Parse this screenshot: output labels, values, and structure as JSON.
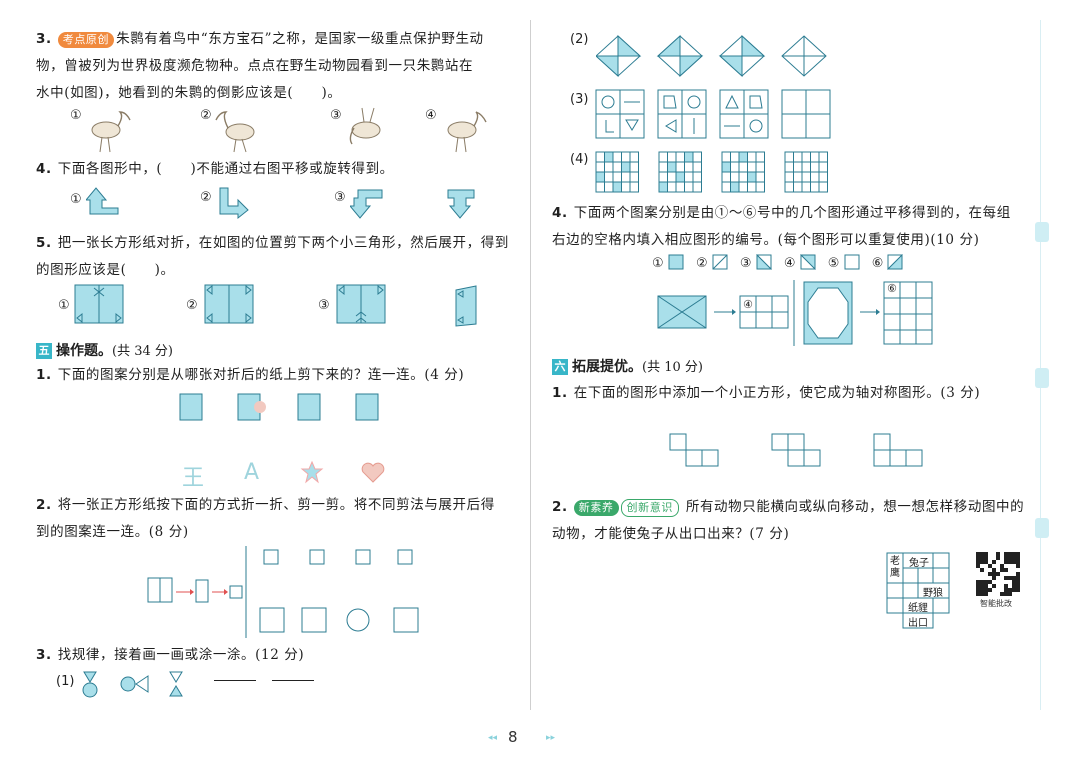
{
  "page_number": "8",
  "left": {
    "q3": {
      "num": "3.",
      "badge": "考点原创",
      "line1": "朱鹮有着鸟中“东方宝石”之称，是国家一级重点保护野生动",
      "line2": "物，曾被列为世界极度濒危物种。点点在野生动物园看到一只朱鹮站在",
      "line3": "水中(如图)，她看到的朱鹮的倒影应该是(　　)。",
      "options": [
        "①",
        "②",
        "③",
        "④"
      ]
    },
    "q4": {
      "num": "4.",
      "text": "下面各图形中，(　　)不能通过右图平移或旋转得到。",
      "options": [
        "①",
        "②",
        "③"
      ]
    },
    "q5": {
      "num": "5.",
      "line1": "把一张长方形纸对折，在如图的位置剪下两个小三角形，然后展开，得到",
      "line2": "的图形应该是(　　)。",
      "options": [
        "①",
        "②",
        "③"
      ]
    },
    "section5": {
      "icon": "五",
      "title": "操作题。",
      "points": "(共 34 分)"
    },
    "s5q1": {
      "num": "1.",
      "text": "下面的图案分别是从哪张对折后的纸上剪下来的？连一连。(4 分)",
      "letters": [
        "王",
        "A"
      ]
    },
    "s5q2": {
      "num": "2.",
      "line1": "将一张正方形纸按下面的方式折一折、剪一剪。将不同剪法与展开后得",
      "line2": "到的图案连一连。(8 分)"
    },
    "s5q3": {
      "num": "3.",
      "text": "找规律，接着画一画或涂一涂。(12 分)",
      "label1": "(1)"
    }
  },
  "right": {
    "labels": [
      "(2)",
      "(3)",
      "(4)"
    ],
    "q4": {
      "num": "4.",
      "line1": "下面两个图案分别是由①～⑥号中的几个图形通过平移得到的，在每组",
      "line2": "右边的空格内填入相应图形的编号。(每个图形可以重复使用)(10 分)",
      "shape_labels": [
        "①",
        "②",
        "③",
        "④",
        "⑤",
        "⑥"
      ],
      "grid1_hint": "④",
      "grid2_hint": "⑥"
    },
    "section6": {
      "icon": "六",
      "title": "拓展提优。",
      "points": "(共 10 分)"
    },
    "s6q1": {
      "num": "1.",
      "text": "在下面的图形中添加一个小正方形，使它成为轴对称图形。(3 分)"
    },
    "s6q2": {
      "num": "2.",
      "badge1": "新素养",
      "badge2": "创新意识",
      "line1": "所有动物只能横向或纵向移动，想一想怎样移动图中的",
      "line2": "动物，才能使兔子从出口出来？(7 分)",
      "maze": {
        "eagle": "老鹰",
        "rabbit": "兔子",
        "wildwolf": "野狼",
        "paper_bear": "纸貍",
        "exit": "出口"
      },
      "qr_caption": "智能批改"
    }
  },
  "colors": {
    "accent": "#38b6c8",
    "shape_fill": "#a9dfea",
    "shape_stroke": "#2c7c92",
    "badge_orange": "#f08a3e",
    "badge_green": "#3aa86a"
  }
}
